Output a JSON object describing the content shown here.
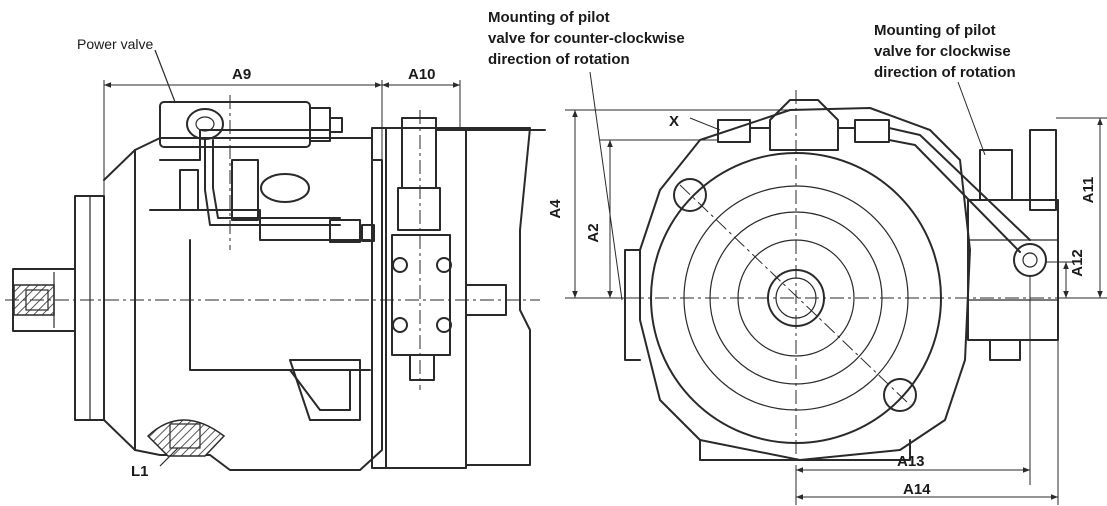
{
  "labels": {
    "power_valve": "Power  valve",
    "a9": "A9",
    "a10": "A10",
    "l1": "L1",
    "x": "X",
    "a4": "A4",
    "a2": "A2",
    "a11": "A11",
    "a12": "A12",
    "a13": "A13",
    "a14": "A14",
    "ccw_line1": "Mounting of pilot",
    "ccw_line2": "valve for counter-clockwise",
    "ccw_line3": "direction of rotation",
    "cw_line1": "Mounting of pilot",
    "cw_line2": "valve for clockwise",
    "cw_line3": "direction of rotation"
  }
}
